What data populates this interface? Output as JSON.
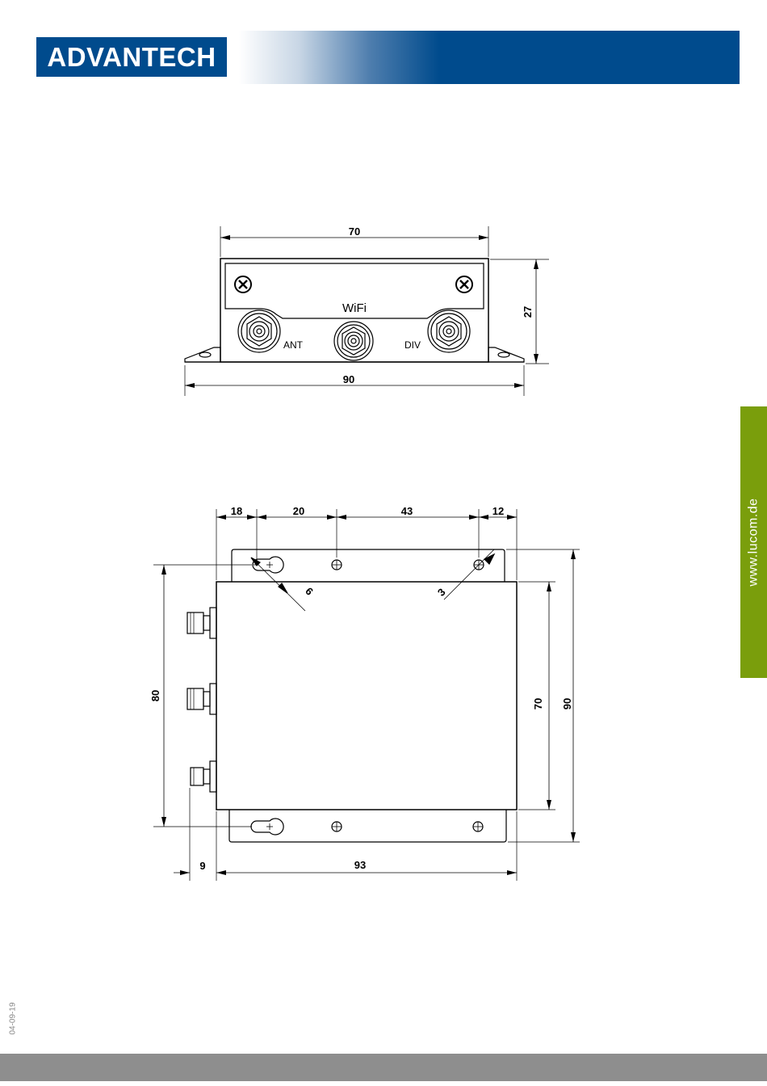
{
  "header": {
    "logo": "ADVANTECH",
    "brand_color": "#004b8d"
  },
  "side_tab": {
    "text": "www.lucom.de",
    "color": "#7a9e0c"
  },
  "date_code": "04-09-19",
  "front_view": {
    "dims": {
      "top_width": "70",
      "bottom_width": "90",
      "height": "27"
    },
    "labels": {
      "wifi": "WiFi",
      "ant": "ANT",
      "div": "DIV"
    }
  },
  "top_view": {
    "dims": {
      "d18": "18",
      "d20": "20",
      "d43": "43",
      "d12": "12",
      "hole_6": "6",
      "hole_3": "3",
      "left_80": "80",
      "right_70": "70",
      "right_90": "90",
      "bottom_9": "9",
      "bottom_93": "93"
    }
  },
  "footer": {
    "color": "#8e8e8e"
  }
}
